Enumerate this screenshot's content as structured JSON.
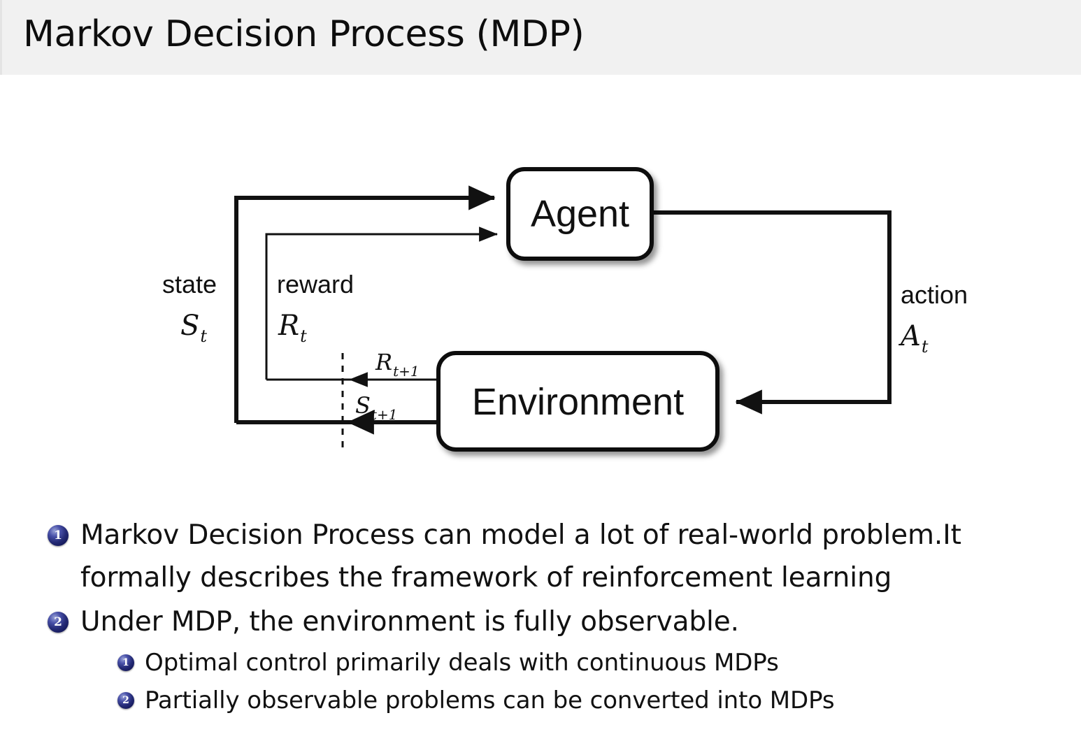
{
  "slide": {
    "title": "Markov Decision Process (MDP)",
    "header_background": "#f1f1f1",
    "body_background": "#ffffff",
    "text_color": "#111111",
    "bullet_badge_color": "#24297a"
  },
  "diagram": {
    "name": "agent-environment-interaction-loop",
    "nodes": [
      {
        "id": "agent",
        "label": "Agent"
      },
      {
        "id": "environment",
        "label": "Environment"
      }
    ],
    "edge_labels": {
      "state_word": "state",
      "state_symbol": "S",
      "state_symbol_sub": "t",
      "reward_word": "reward",
      "reward_symbol": "R",
      "reward_symbol_sub": "t",
      "action_word": "action",
      "action_symbol": "A",
      "action_symbol_sub": "t",
      "reward_next_symbol": "R",
      "reward_next_sub": "t+1",
      "state_next_symbol": "S",
      "state_next_sub": "t+1"
    }
  },
  "bullets": [
    {
      "number": "1",
      "level": 1,
      "text": "Markov Decision Process can model a lot of real-world problem. It formally describes the framework of reinforcement learning",
      "line1_left": "Markov Decision Process can model a lot of real-world problem.",
      "line1_right": "It",
      "line2": "formally describes the framework of reinforcement learning"
    },
    {
      "number": "2",
      "level": 1,
      "text": "Under MDP, the environment is fully observable.",
      "line1_left": "Under MDP, the environment is fully observable.",
      "line1_right": "",
      "line2": ""
    },
    {
      "number": "1",
      "level": 2,
      "text": "Optimal control primarily deals with continuous MDPs"
    },
    {
      "number": "2",
      "level": 2,
      "text": "Partially observable problems can be converted into MDPs"
    }
  ]
}
